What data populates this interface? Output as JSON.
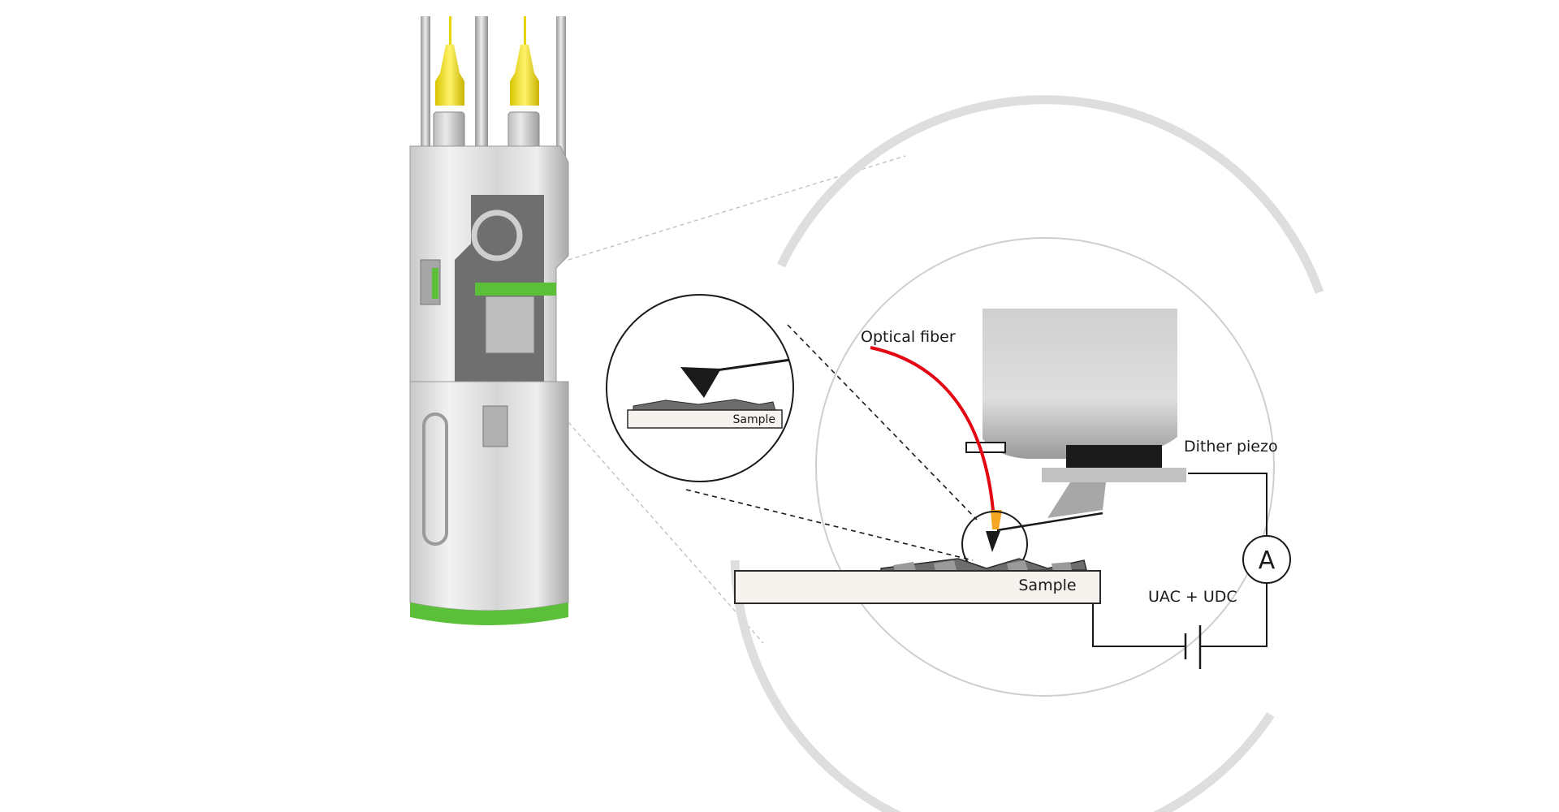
{
  "labels": {
    "optical_fiber": "Optical fiber",
    "dither_piezo": "Dither piezo",
    "sample": "Sample",
    "sample_zoom": "Sample",
    "ammeter": "A",
    "voltage": "UAC + UDC"
  },
  "colors": {
    "fiber": "#e30613",
    "yellow_connector": "#f5e11a",
    "green_pcb": "#5cbf3a",
    "ring": "#dedede",
    "circle_outline": "#cfcfcf",
    "sample_fill": "#f6f3ee",
    "piezo_dark": "#1b1b1b",
    "tip_orange": "#f5a623"
  },
  "icons": [
    "ammeter-symbol",
    "battery-symbol",
    "cantilever-tip-icon"
  ]
}
